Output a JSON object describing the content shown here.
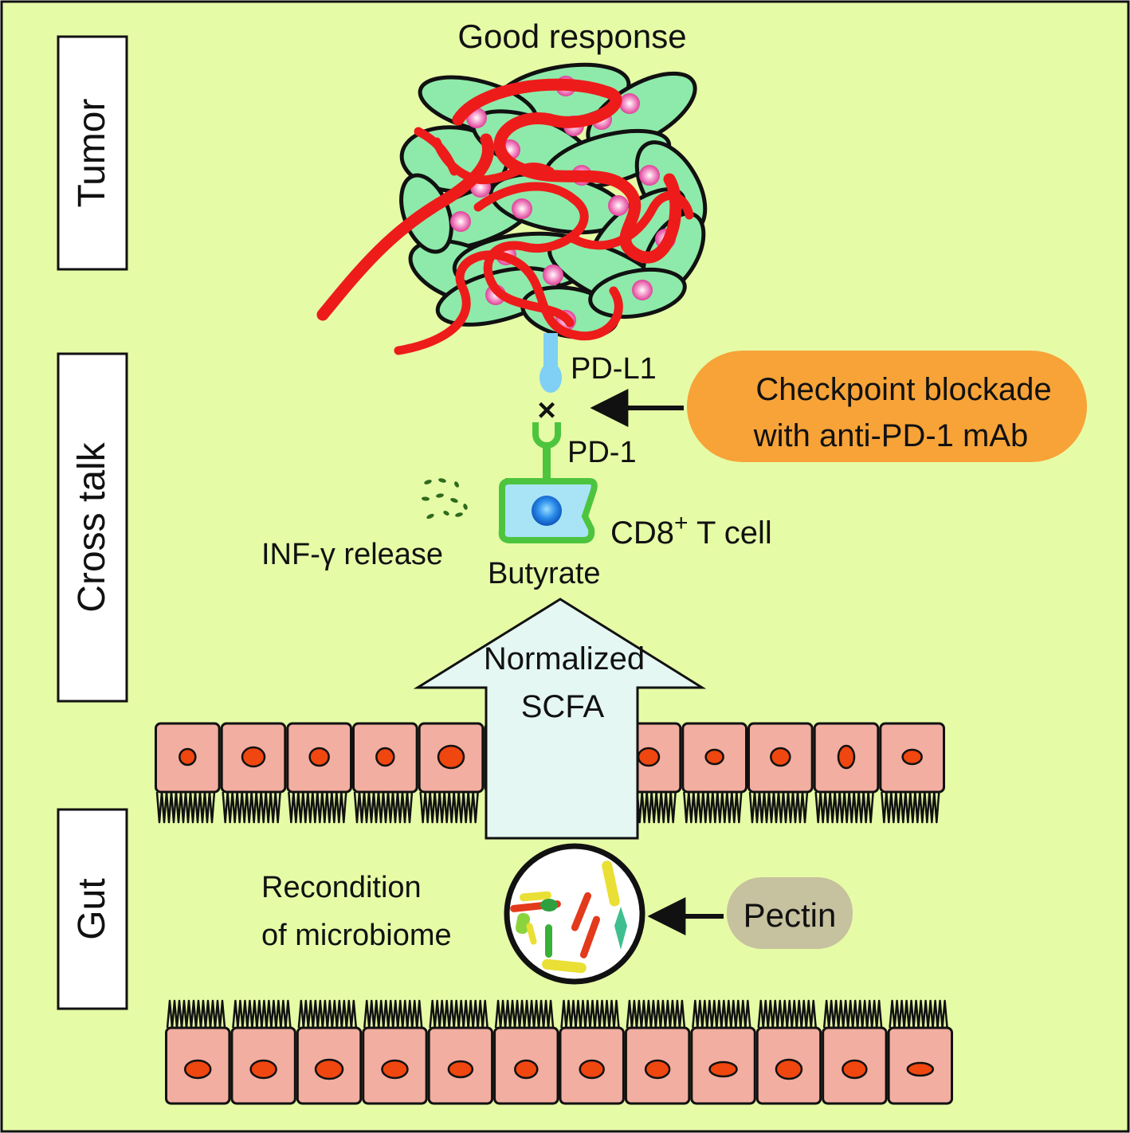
{
  "colors": {
    "background": "#E6FBA6",
    "tumor_cell": "#8EEAAA",
    "tumor_nucleus": "#F078B8",
    "vessel": "#EE1B1B",
    "pdl1": "#7FD0F4",
    "pd1": "#4DC43E",
    "tcell_body": "#A8E4F6",
    "tcell_nucleus": "#1E7FE0",
    "epithelium": "#F2AEA0",
    "epithelium_nucleus": "#F0460F",
    "scfa_arrow": "#E5F7F2",
    "checkpoint_pill": "#F7A338",
    "pectin_pill": "#C6C19E",
    "ifn_dots": "#2F6A1D"
  },
  "section_labels": {
    "tumor": "Tumor",
    "cross_talk": "Cross talk",
    "gut": "Gut"
  },
  "tumor": {
    "title": "Good response"
  },
  "crosstalk": {
    "pdl1_label": "PD-L1",
    "pd1_label": "PD-1",
    "block_symbol": "×",
    "checkpoint_line1": "Checkpoint blockade",
    "checkpoint_line2": "with anti-PD-1 mAb",
    "tcell_label": "CD8",
    "tcell_sup": "+",
    "tcell_suffix": " T cell",
    "ifn_label": "INF-γ release",
    "butyrate_label": "Butyrate",
    "scfa_line1": "Normalized",
    "scfa_line2": "SCFA"
  },
  "gut": {
    "microbiome_line1": "Recondition",
    "microbiome_line2": "of microbiome",
    "pectin_label": "Pectin"
  }
}
